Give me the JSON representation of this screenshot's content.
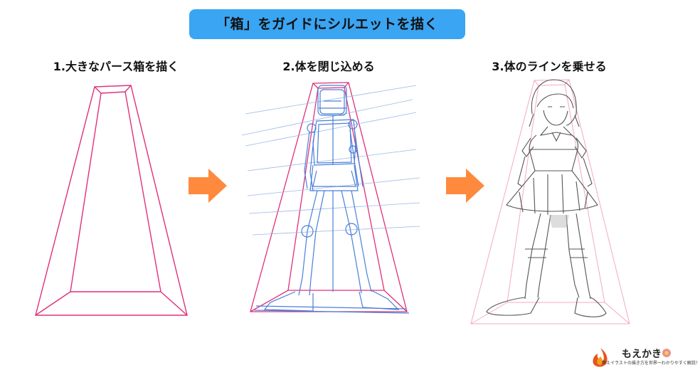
{
  "title": "「箱」をガイドにシルエットを描く",
  "steps": [
    {
      "label": "1.大きなパース箱を描く"
    },
    {
      "label": "2.体を閉じ込める"
    },
    {
      "label": "3.体のラインを乗せる"
    }
  ],
  "colors": {
    "title_bg": "#3aa5f2",
    "box_line": "#e0307a",
    "sketch_line": "#4a7fd8",
    "arrow": "#ff8a3d",
    "lineart": "#555555"
  },
  "logo": {
    "name": "もえかき",
    "tagline": "萌えイラストの描き方を世界一わかりやすく解説！"
  }
}
